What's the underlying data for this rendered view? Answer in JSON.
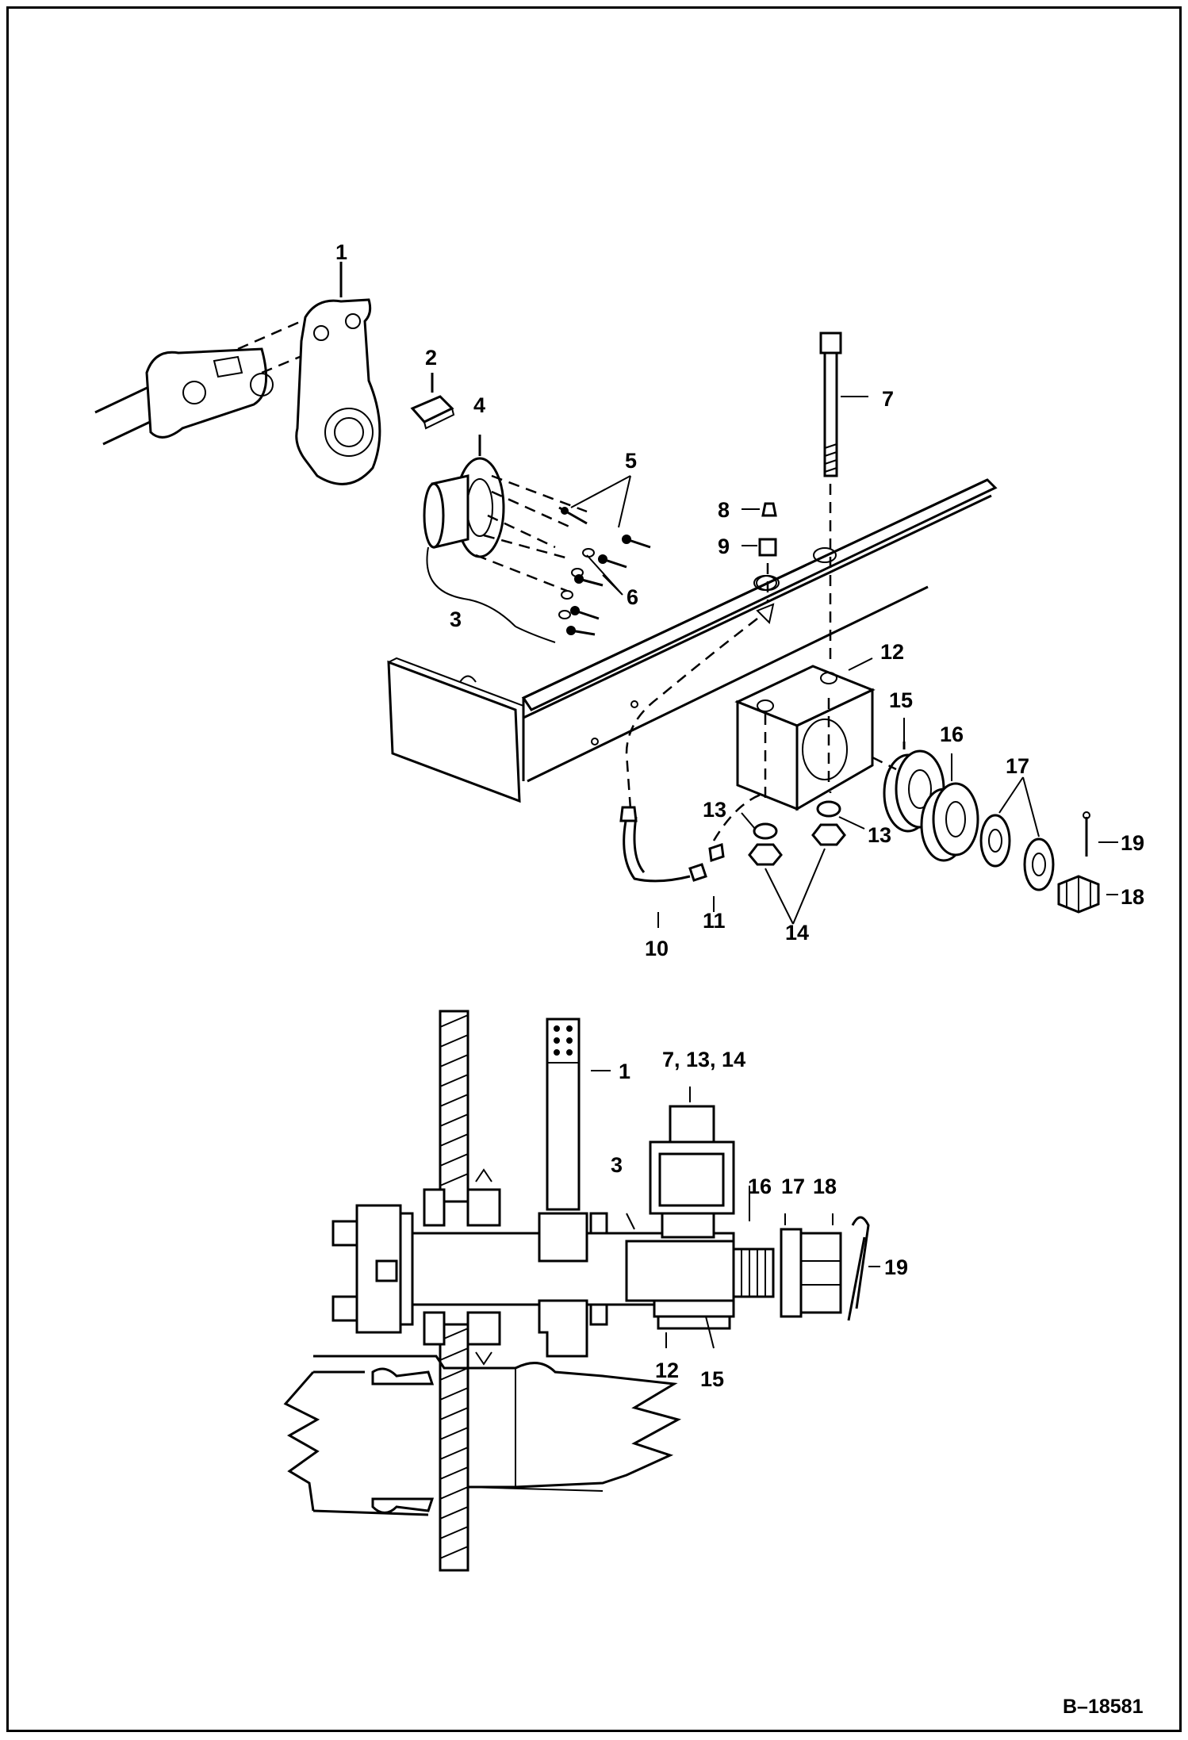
{
  "labels": {
    "l1": "1",
    "l2": "2",
    "l3": "3",
    "l4": "4",
    "l5": "5",
    "l6": "6",
    "l7": "7",
    "l8": "8",
    "l9": "9",
    "l10": "10",
    "l11": "11",
    "l12": "12",
    "l13a": "13",
    "l13b": "13",
    "l14": "14",
    "l15": "15",
    "l16": "16",
    "l17": "17",
    "l18": "18",
    "l19": "19"
  },
  "section_labels": {
    "s1": "1",
    "s7_13_14": "7, 13, 14",
    "s3": "3",
    "s16": "16",
    "s17": "17",
    "s18": "18",
    "s19": "19",
    "s12": "12",
    "s15": "15"
  },
  "reference": "B–18581"
}
